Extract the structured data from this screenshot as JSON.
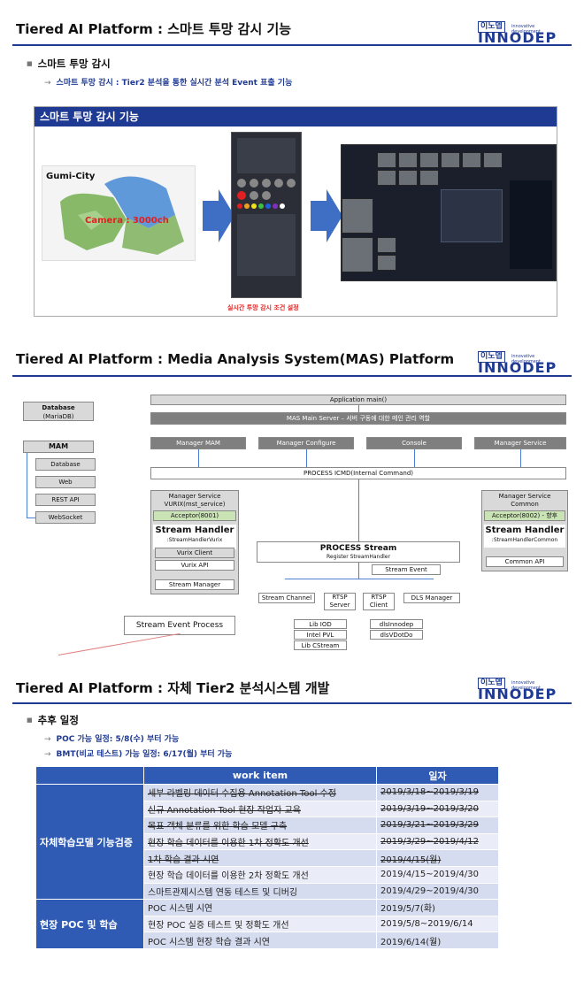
{
  "sections": [
    {
      "title": "Tiered AI Platform : 스마트 투망 감시 기능"
    },
    {
      "title": "Tiered AI Platform : Media Analysis System(MAS) Platform"
    },
    {
      "title": "Tiered AI Platform : 자체 Tier2 분석시스템 개발"
    }
  ],
  "logo": {
    "ko": "이노뎁",
    "en": "INNODEP",
    "sub": "innovative development"
  },
  "s1": {
    "bullet": "스마트 투망 감시",
    "line": "스마트 투망 감시 : Tier2 분석을 통한 실시간 분석 Event 표출 기능",
    "panel_title": "스마트 투망 감시 기능",
    "map_city": "Gumi-City",
    "map_camera": "Camera : 3000ch",
    "caption": "실시간 투망 감시 조건 설정"
  },
  "s2": {
    "db": "Database",
    "db_sub": "(MariaDB)",
    "mam": "MAM",
    "mam_items": [
      "Database",
      "Web",
      "REST API",
      "WebSocket"
    ],
    "app_main": "Application main()",
    "mas_server": "MAS Main Server – 서버 구동에 대한 메인 관리 역할",
    "managers": [
      "Manager MAM",
      "Manager Configure",
      "Console",
      "Manager Service"
    ],
    "icmd": "PROCESS  ICMD(Internal Command)",
    "left_head": "Manager Service",
    "left_head2": "VURIX(mst_service)",
    "left_acceptor": "Acceptor(8001)",
    "left_sh": "Stream Handler",
    "left_sh2": ":StreamHandlerVurix",
    "vurix_client": "Vurix Client",
    "vurix_api": "Vurix API",
    "stream_manager": "Stream Manager",
    "right_head": "Manager Service",
    "right_head2": "Common",
    "right_acceptor": "Acceptor(8002) - 향후",
    "right_sh": "Stream Handler",
    "right_sh2": ":StreamHandlerCommon",
    "common_api": "Common API",
    "ps": "PROCESS Stream",
    "ps_sub": "Register StreamHandler",
    "stream_event": "Stream  Event",
    "sc": "Stream  Channel",
    "rtsp_server": "RTSP Server",
    "rtsp_client": "RTSP Client",
    "dls": "DLS Manager",
    "lib_iod": "Lib IOD",
    "intel_pvl": "Intel PVL",
    "lib_cstream": "Lib CStream",
    "dlsinnodep": "dlsInnodep",
    "dlsvdotdo": "dlsVDotDo",
    "sep": "Stream Event Process"
  },
  "s3": {
    "bullet": "추후 일정",
    "line1": "POC 가능 일정: 5/8(수) 부터 가능",
    "line2": "BMT(비교 테스트) 가능 일정: 6/17(월) 부터 가능",
    "headers": [
      "work item",
      "일자"
    ],
    "groups": [
      {
        "label": "자체학습모델 기능검증",
        "rows": [
          {
            "item": "세부 라벨링 데이터 수집용 Annotation Tool 수정",
            "date": "2019/3/18~2019/3/19",
            "done": true
          },
          {
            "item": "신규 Annotation Tool 현장 작업자 교육",
            "date": "2019/3/19~2019/3/20",
            "done": true
          },
          {
            "item": "목표 객체 분류를 위한 학습 모델 구축",
            "date": "2019/3/21~2019/3/29",
            "done": true
          },
          {
            "item": "현장 학습 데이터를 이용한 1차 정확도 개선",
            "date": "2019/3/29~2019/4/12",
            "done": true
          },
          {
            "item": "1차 학습 결과 시연",
            "date": "2019/4/15(월)",
            "done": true
          },
          {
            "item": "현장 학습 데이터를 이용한 2차 정확도 개선",
            "date": "2019/4/15~2019/4/30",
            "done": false
          },
          {
            "item": "스마트관제시스템 연동 테스트 및 디버깅",
            "date": "2019/4/29~2019/4/30",
            "done": false
          }
        ]
      },
      {
        "label": "현장 POC 및 학습",
        "rows": [
          {
            "item": "POC 시스템 시연",
            "date": "2019/5/7(화)",
            "done": false
          },
          {
            "item": "현장 POC 실증 테스트 및 정확도 개선",
            "date": "2019/5/8~2019/6/14",
            "done": false
          },
          {
            "item": "POC 시스템 현장 학습 결과 시연",
            "date": "2019/6/14(월)",
            "done": false
          }
        ]
      }
    ]
  },
  "colors": {
    "accent": "#1f3a93",
    "table_head": "#2f5bb5",
    "arrow": "#3f6fc4",
    "map_blue": "#4f8fd6",
    "map_green": "#7cb25a"
  }
}
